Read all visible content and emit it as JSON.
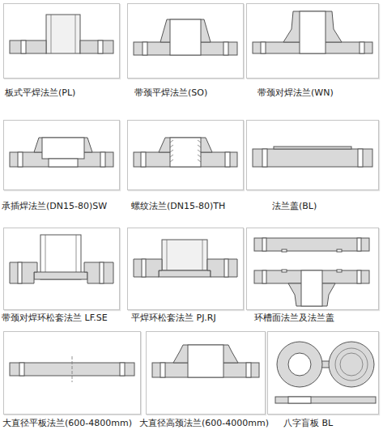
{
  "diagram": {
    "nodes": [
      {
        "text": [
          "板式平焊法兰(PL)"
        ]
      },
      {
        "text": [
          "带颈平焊法兰(SO)"
        ]
      },
      {
        "text": [
          "带颈对焊法兰(WN)"
        ]
      },
      {
        "text": [
          "承插焊法兰(DN15-80)SW"
        ]
      },
      {
        "text": [
          "螺纹法兰(DN15-80)TH"
        ]
      },
      {
        "text": [
          "法兰盖(BL)"
        ]
      },
      {
        "text": [
          "带颈对焊环松套法兰 LF.SE"
        ]
      },
      {
        "text": [
          "平焊环松套法兰 PJ.RJ"
        ]
      },
      {
        "text": [
          "环槽面法兰及法兰盖"
        ]
      },
      {
        "text": [
          "大直径平板法兰(600-4800mm)"
        ]
      },
      {
        "text": [
          "大直径高颈法兰(600-4000mm)"
        ]
      },
      {
        "text": [
          "八字盲板 BL"
        ]
      }
    ]
  }
}
